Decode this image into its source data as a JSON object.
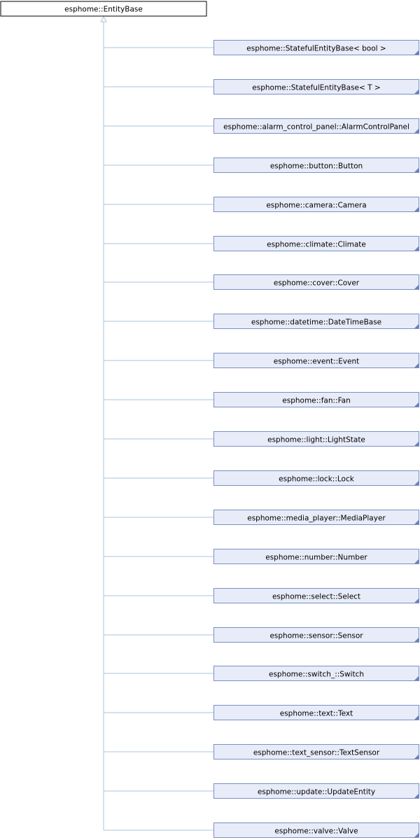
{
  "diagram": {
    "base_class": "esphome::EntityBase",
    "derived_classes": [
      "esphome::StatefulEntityBase< bool >",
      "esphome::StatefulEntityBase< T >",
      "esphome::alarm_control_panel::AlarmControlPanel",
      "esphome::button::Button",
      "esphome::camera::Camera",
      "esphome::climate::Climate",
      "esphome::cover::Cover",
      "esphome::datetime::DateTimeBase",
      "esphome::event::Event",
      "esphome::fan::Fan",
      "esphome::light::LightState",
      "esphome::lock::Lock",
      "esphome::media_player::MediaPlayer",
      "esphome::number::Number",
      "esphome::select::Select",
      "esphome::sensor::Sensor",
      "esphome::switch_::Switch",
      "esphome::text::Text",
      "esphome::text_sensor::TextSensor",
      "esphome::update::UpdateEntity",
      "esphome::valve::Valve"
    ]
  },
  "colors": {
    "base_fill": "#ffffff",
    "base_stroke": "#000000",
    "node_fill": "#e8ecf8",
    "node_stroke": "#7a8fc4",
    "corner_mark": "#6a80bc",
    "connector": "#a9c3dc"
  }
}
